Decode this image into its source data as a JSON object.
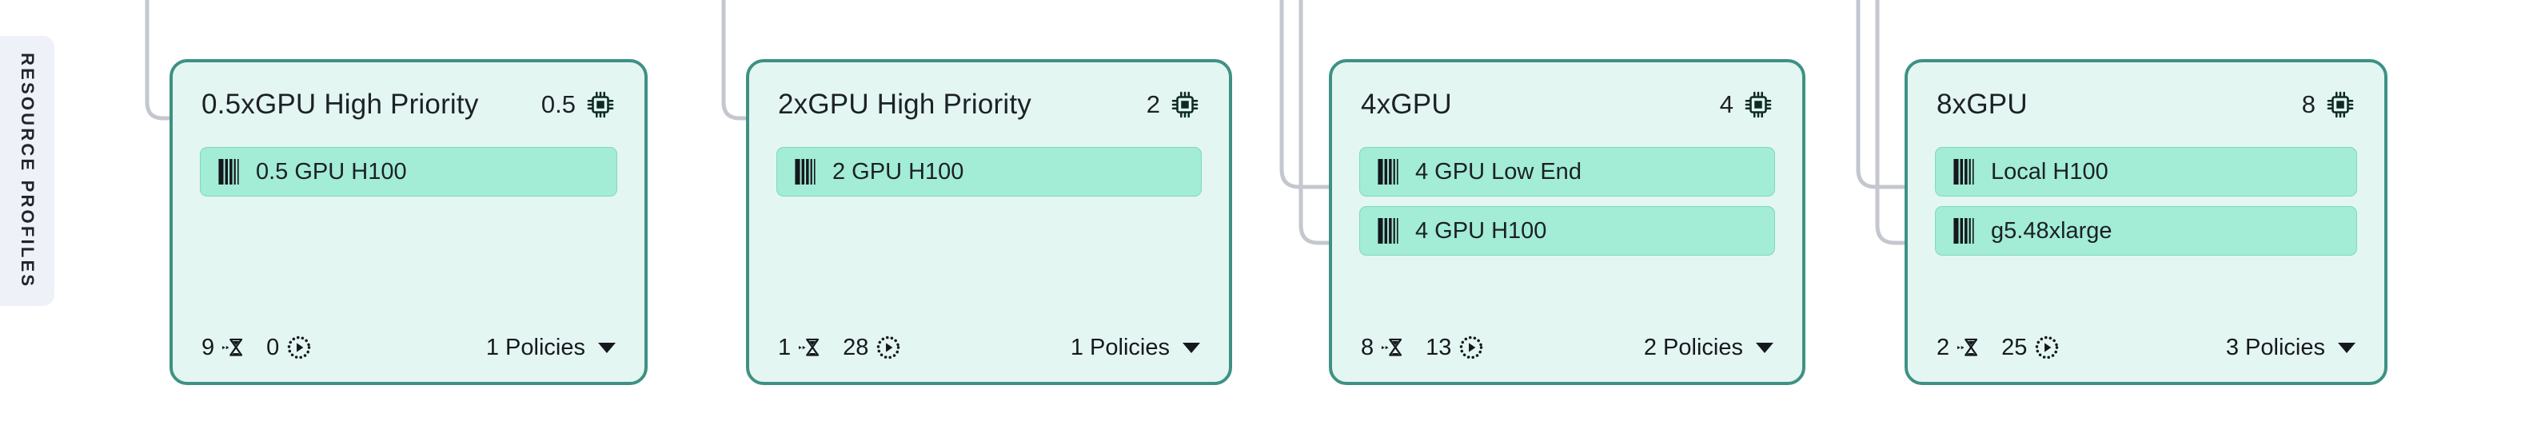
{
  "sidebar": {
    "label": "RESOURCE PROFILES",
    "background": "#eef1f8"
  },
  "theme": {
    "card_border": "#3e9184",
    "card_background": "#e4f6f1",
    "row_background": "#a3ecd5",
    "connector": "#c4c7d0",
    "text": "#1c2127"
  },
  "icons": {
    "chip": "chip-icon",
    "barcode": "barcode-icon",
    "hourglass_arrow": "pending-hourglass-icon",
    "dotted_play": "running-play-icon",
    "caret": "chevron-down-icon"
  },
  "cards": [
    {
      "title": "0.5xGPU High Priority",
      "gpu_count": "0.5",
      "rows": [
        {
          "label": "0.5 GPU H100"
        }
      ],
      "pending": "9",
      "running": "0",
      "policies": "1 Policies"
    },
    {
      "title": "2xGPU High Priority",
      "gpu_count": "2",
      "rows": [
        {
          "label": "2 GPU H100"
        }
      ],
      "pending": "1",
      "running": "28",
      "policies": "1 Policies"
    },
    {
      "title": "4xGPU",
      "gpu_count": "4",
      "rows": [
        {
          "label": "4 GPU Low End"
        },
        {
          "label": "4 GPU H100"
        }
      ],
      "pending": "8",
      "running": "13",
      "policies": "2 Policies"
    },
    {
      "title": "8xGPU",
      "gpu_count": "8",
      "rows": [
        {
          "label": "Local H100"
        },
        {
          "label": "g5.48xlarge"
        }
      ],
      "pending": "2",
      "running": "25",
      "policies": "3 Policies"
    }
  ]
}
